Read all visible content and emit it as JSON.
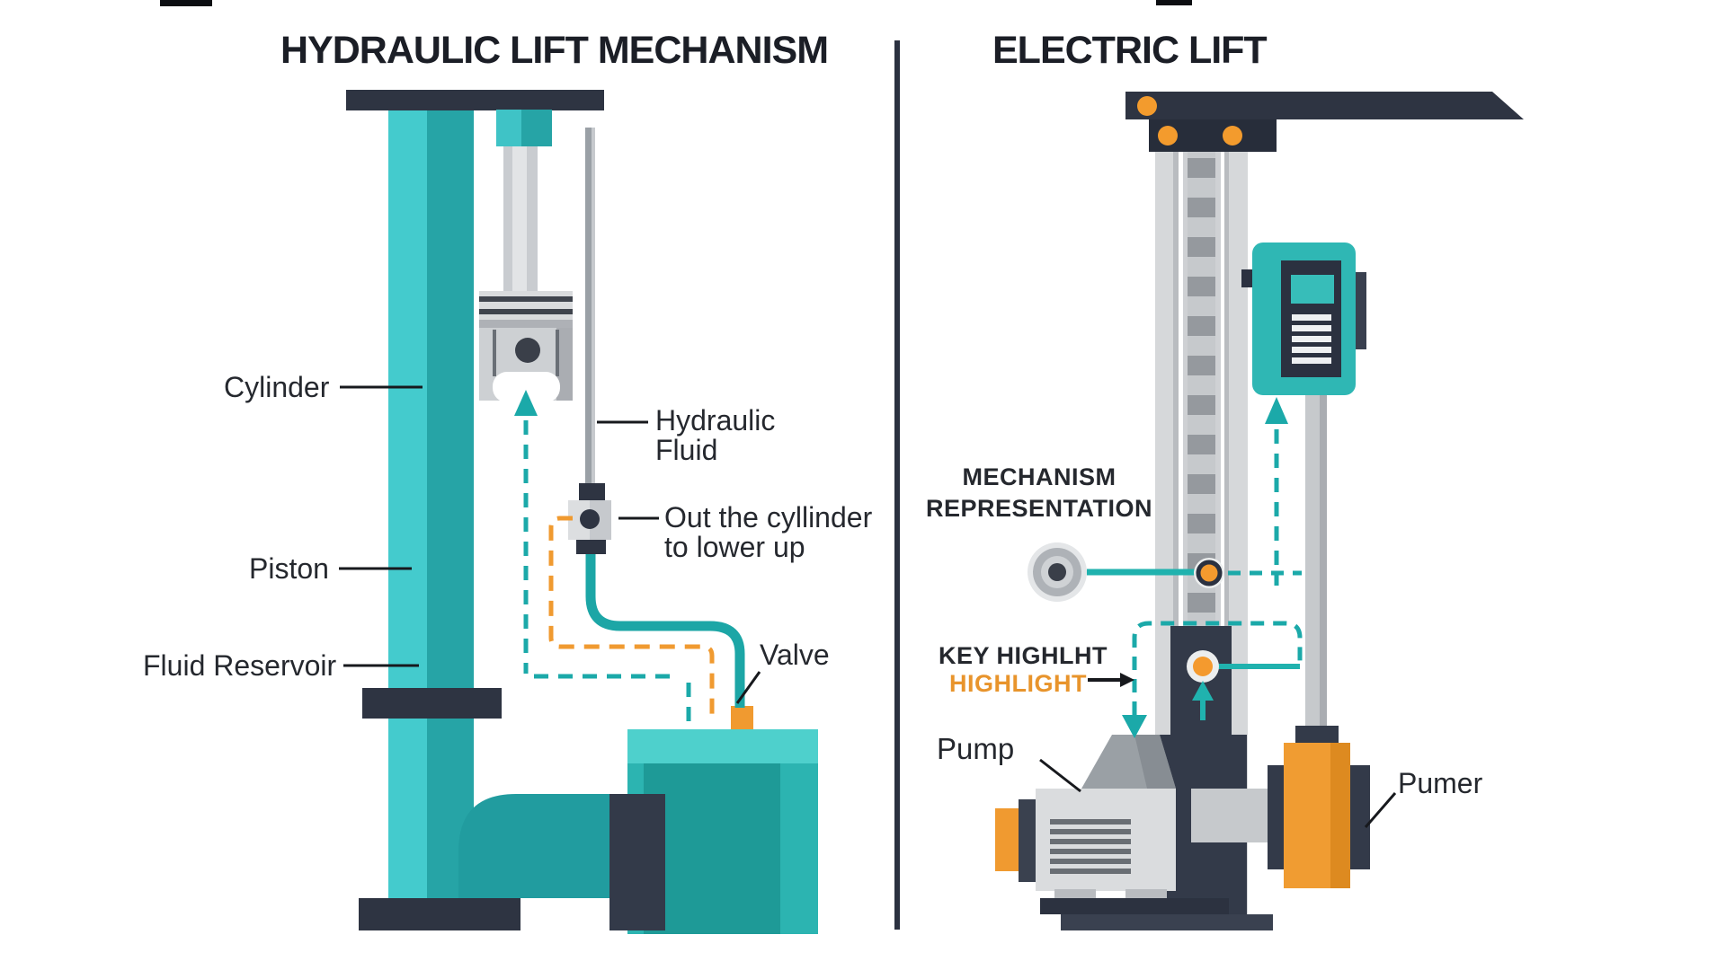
{
  "titles": {
    "left": "HYDRAULIC LIFT MECHANISM",
    "right": "ELECTRIC LIFT"
  },
  "left_diagram": {
    "name": "Hydraulic lift mechanism",
    "labels": {
      "cylinder": "Cylinder",
      "piston": "Piston",
      "fluid_reservoir": "Fluid Reservoir",
      "hydraulic_fluid_line1": "Hydraulic",
      "hydraulic_fluid_line2": "Fluid",
      "out_cylinder_line1": "Out the cyllinder",
      "out_cylinder_line2": "to lower up",
      "valve": "Valve"
    }
  },
  "right_diagram": {
    "name": "Electric lift",
    "labels": {
      "mechanism_line1": "MECHANISM",
      "mechanism_line2": "REPRESENTATION",
      "key_highlight_line1": "KEY HIGHLHT",
      "key_highlight_line2": "HIGHLIGHT",
      "pump": "Pump",
      "pumer": "Pumer"
    }
  },
  "colors": {
    "teal": "#26a4a6",
    "teal_light": "#44cbcd",
    "teal_dash": "#1ba9a9",
    "teal_box": "#2fb7b4",
    "navy": "#2e3442",
    "navy_soft": "#333a49",
    "orange": "#f09a30",
    "orange_label": "#e8942c",
    "gray_light": "#d6d8da",
    "gray_mid": "#aaadb2",
    "gray_dark": "#696e74",
    "text_dark": "#25282e",
    "background": "#ffffff"
  }
}
